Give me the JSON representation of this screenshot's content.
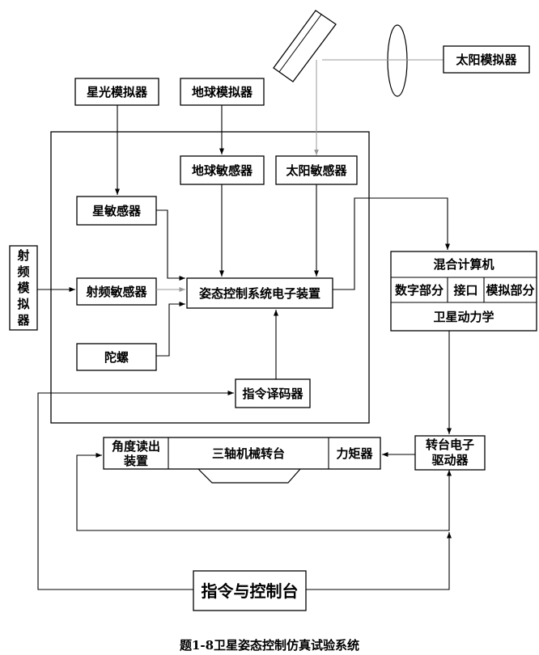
{
  "caption": "题1-8卫星姿态控制仿真试验系统",
  "nodes": {
    "sun_simulator": "太阳模拟器",
    "star_simulator": "星光模拟器",
    "earth_simulator": "地球模拟器",
    "earth_sensor": "地球敏感器",
    "sun_sensor": "太阳敏感器",
    "star_sensor": "星敏感器",
    "rf_simulator": "射频模拟器",
    "rf_sensor": "射频敏感器",
    "attitude_control_unit": "姿态控制系统电子装置",
    "gyro": "陀螺",
    "command_decoder": "指令译码器",
    "hybrid_computer": "混合计算机",
    "digital_part": "数字部分",
    "interface": "接口",
    "analog_part": "模拟部分",
    "satellite_dynamics": "卫星动力学",
    "turntable_driver": "转台电子驱动器",
    "angle_readout": "角度读出装置",
    "three_axis_turntable": "三轴机械转台",
    "torquer": "力矩器",
    "command_console": "指令与控制台"
  }
}
